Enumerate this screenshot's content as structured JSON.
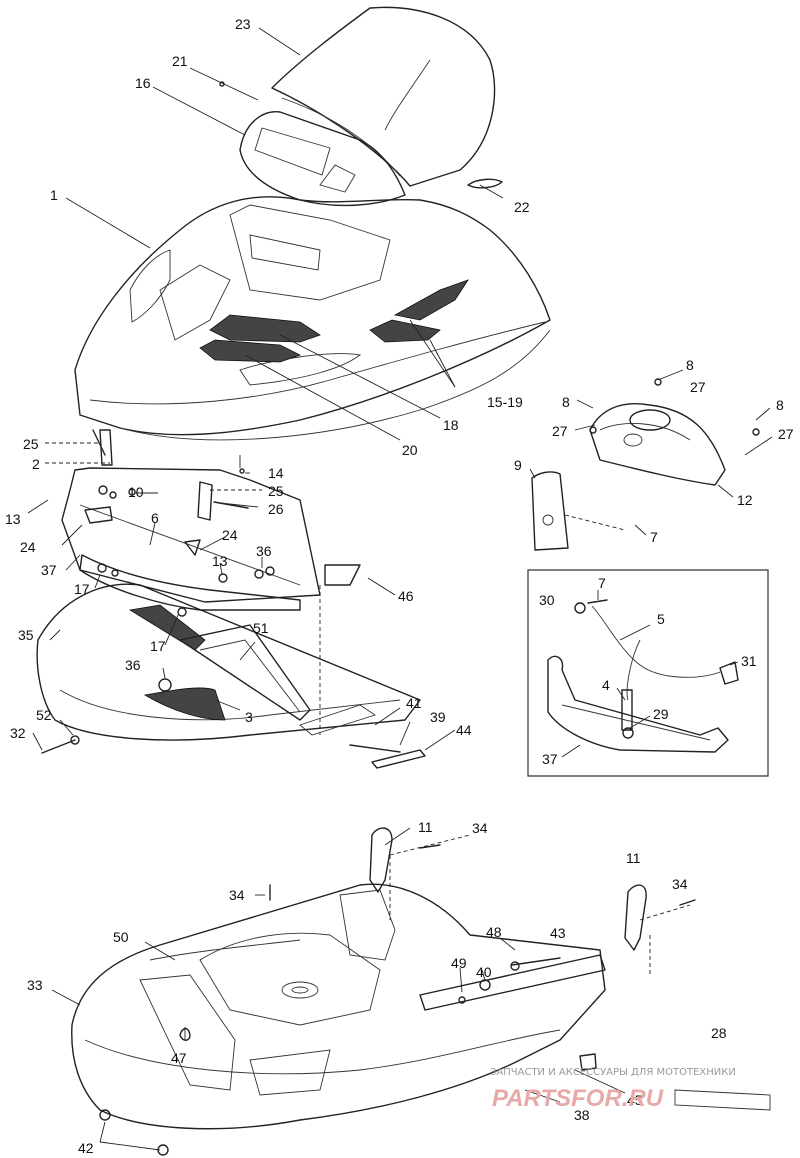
{
  "labels": {
    "l1": "1",
    "l2": "2",
    "l3": "3",
    "l4": "4",
    "l5": "5",
    "l6": "6",
    "l7a": "7",
    "l7b": "7",
    "l8a": "8",
    "l8b": "8",
    "l8c": "8",
    "l9": "9",
    "l10": "10",
    "l11a": "11",
    "l11b": "11",
    "l12": "12",
    "l13a": "13",
    "l13b": "13",
    "l14": "14",
    "l15_19": "15-19",
    "l16": "16",
    "l17a": "17",
    "l17b": "17",
    "l18": "18",
    "l20": "20",
    "l21": "21",
    "l22": "22",
    "l23": "23",
    "l24a": "24",
    "l24b": "24",
    "l25a": "25",
    "l25b": "25",
    "l26": "26",
    "l27a": "27",
    "l27b": "27",
    "l27c": "27",
    "l28": "28",
    "l29": "29",
    "l30": "30",
    "l31": "31",
    "l32": "32",
    "l33": "33",
    "l34a": "34",
    "l34b": "34",
    "l34c": "34",
    "l35": "35",
    "l36a": "36",
    "l36b": "36",
    "l37a": "37",
    "l37b": "37",
    "l38": "38",
    "l39": "39",
    "l40": "40",
    "l41": "41",
    "l42": "42",
    "l43": "43",
    "l44": "44",
    "l45": "45",
    "l46": "46",
    "l47": "47",
    "l48": "48",
    "l49": "49",
    "l50": "50",
    "l51": "51",
    "l52": "52"
  },
  "watermark": {
    "tagline": "ЗАПЧАСТИ И АКСЕССУАРЫ ДЛЯ МОТОТЕХНИКИ",
    "brand": "PARTSFOR.RU"
  }
}
